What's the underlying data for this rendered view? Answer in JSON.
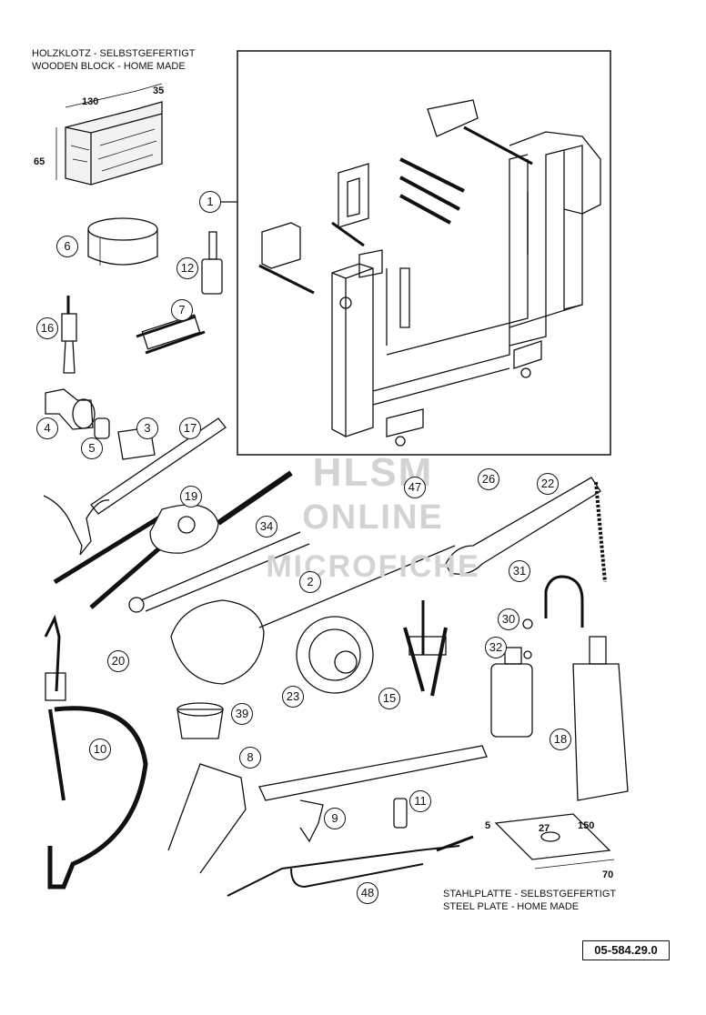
{
  "labels": {
    "wood_de": "HOLZKLOTZ - SELBSTGEFERTIGT",
    "wood_en": "WOODEN BLOCK - HOME MADE",
    "steel_de": "STAHLPLATTE - SELBSTGEFERTIGT",
    "steel_en": "STEEL PLATE - HOME MADE",
    "part_number": "05-584.29.0"
  },
  "dimensions": {
    "wood_length": "130",
    "wood_width": "35",
    "wood_height": "65",
    "plate_thickness": "5",
    "plate_hole": "27",
    "plate_length": "150",
    "plate_width": "70"
  },
  "watermark": {
    "line1": "HLSM",
    "line2": "ONLINE",
    "line3": "MICROFICHE"
  },
  "callouts": [
    "1",
    "6",
    "12",
    "7",
    "16",
    "4",
    "3",
    "5",
    "17",
    "19",
    "34",
    "2",
    "26",
    "22",
    "31",
    "30",
    "32",
    "20",
    "39",
    "23",
    "15",
    "10",
    "8",
    "18",
    "9",
    "11",
    "48",
    "47"
  ]
}
